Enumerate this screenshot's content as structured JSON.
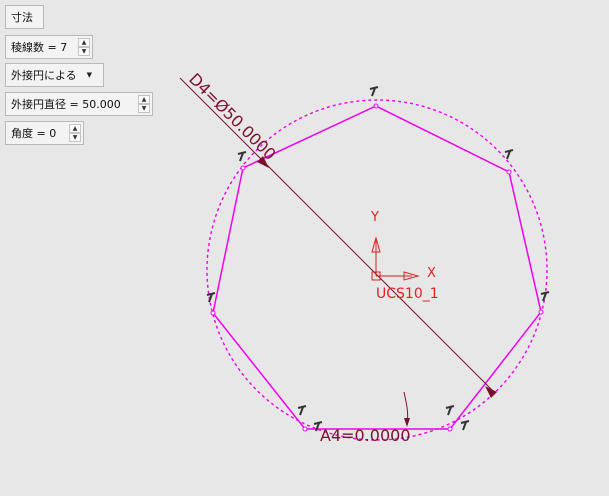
{
  "panel": {
    "dimension_button": "寸法",
    "edge_count": "稜線数 = 7",
    "mode_select": "外接円による",
    "diameter_field": "外接円直径 =  50.000",
    "angle_field": "角度 = 0"
  },
  "canvas": {
    "diameter_dim": "D4=Ø50.0000",
    "angle_dim": "A4=0.0000",
    "ucs_name": "UCS10_1",
    "axis_x": "X",
    "axis_y": "Y"
  },
  "colors": {
    "background": "#e7e7e7",
    "sketch": "#ee00ee",
    "dimension": "#7a1030",
    "ucs": "#dd2222",
    "constraint": "#333333"
  }
}
